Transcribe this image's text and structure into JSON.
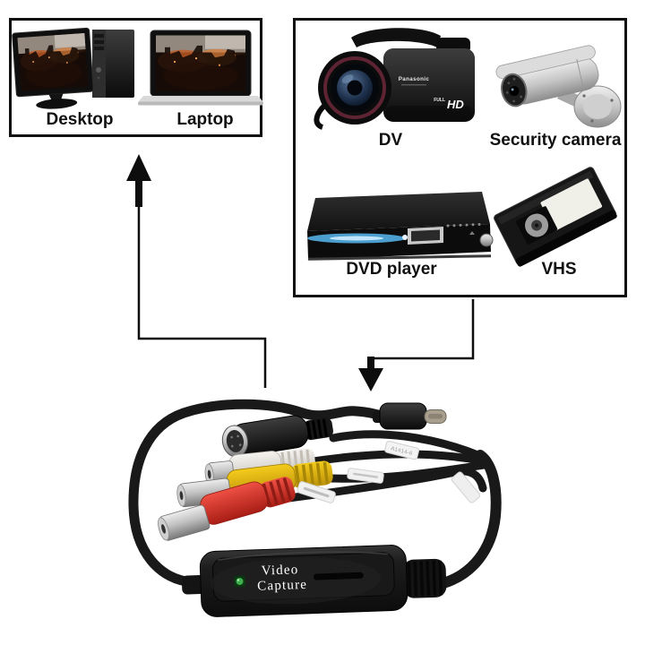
{
  "scene": {
    "background": "#ffffff"
  },
  "computers_box": {
    "items": [
      {
        "id": "desktop",
        "label": "Desktop"
      },
      {
        "id": "laptop",
        "label": "Laptop"
      }
    ]
  },
  "sources_box": {
    "items": [
      {
        "id": "dv",
        "label": "DV"
      },
      {
        "id": "security-camera",
        "label": "Security camera"
      },
      {
        "id": "dvd-player",
        "label": "DVD player"
      },
      {
        "id": "vhs",
        "label": "VHS"
      }
    ]
  },
  "camcorder": {
    "brand": "Panasonic",
    "badge_small": "FULL",
    "badge_large": "HD"
  },
  "device": {
    "label_line1": "Video",
    "label_line2": "Capture",
    "cable_tag": "A1414-6",
    "connectors": [
      "USB-C",
      "S-Video",
      "RCA white",
      "RCA yellow",
      "RCA red"
    ],
    "indicator": "green-led"
  },
  "colors": {
    "outline": "#111111",
    "cable_black": "#191919",
    "rca_white": "#edeae4",
    "rca_yellow": "#edc013",
    "rca_red": "#e23a30",
    "led_green": "#3fae4e",
    "usb_c_tip": "#a89f8f",
    "dvd_glow_blue": "#57b8f0"
  }
}
